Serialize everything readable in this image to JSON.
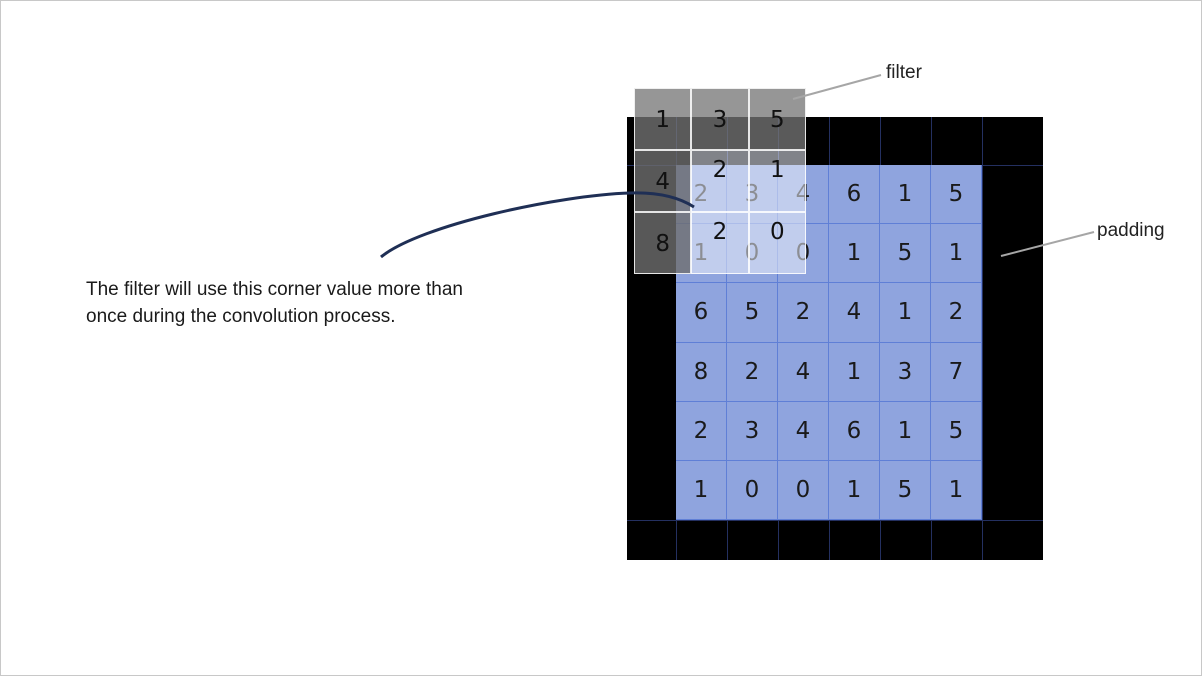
{
  "labels": {
    "filter": "filter",
    "padding": "padding"
  },
  "caption": {
    "line1": "The filter will use this corner value more than",
    "line2": "once during the convolution process."
  },
  "input_matrix": [
    [
      "2",
      "3",
      "4",
      "6",
      "1",
      "5"
    ],
    [
      "1",
      "0",
      "0",
      "1",
      "5",
      "1"
    ],
    [
      "6",
      "5",
      "2",
      "4",
      "1",
      "2"
    ],
    [
      "8",
      "2",
      "4",
      "1",
      "3",
      "7"
    ],
    [
      "2",
      "3",
      "4",
      "6",
      "1",
      "5"
    ],
    [
      "1",
      "0",
      "0",
      "1",
      "5",
      "1"
    ]
  ],
  "filter_matrix": [
    [
      "1",
      "3",
      "5"
    ],
    [
      "4",
      "2",
      "1"
    ],
    [
      "8",
      "2",
      "0"
    ]
  ],
  "colors": {
    "input_fill": "#8fa4de",
    "padding_fill": "#000000",
    "arrow": "#1f2f55"
  }
}
